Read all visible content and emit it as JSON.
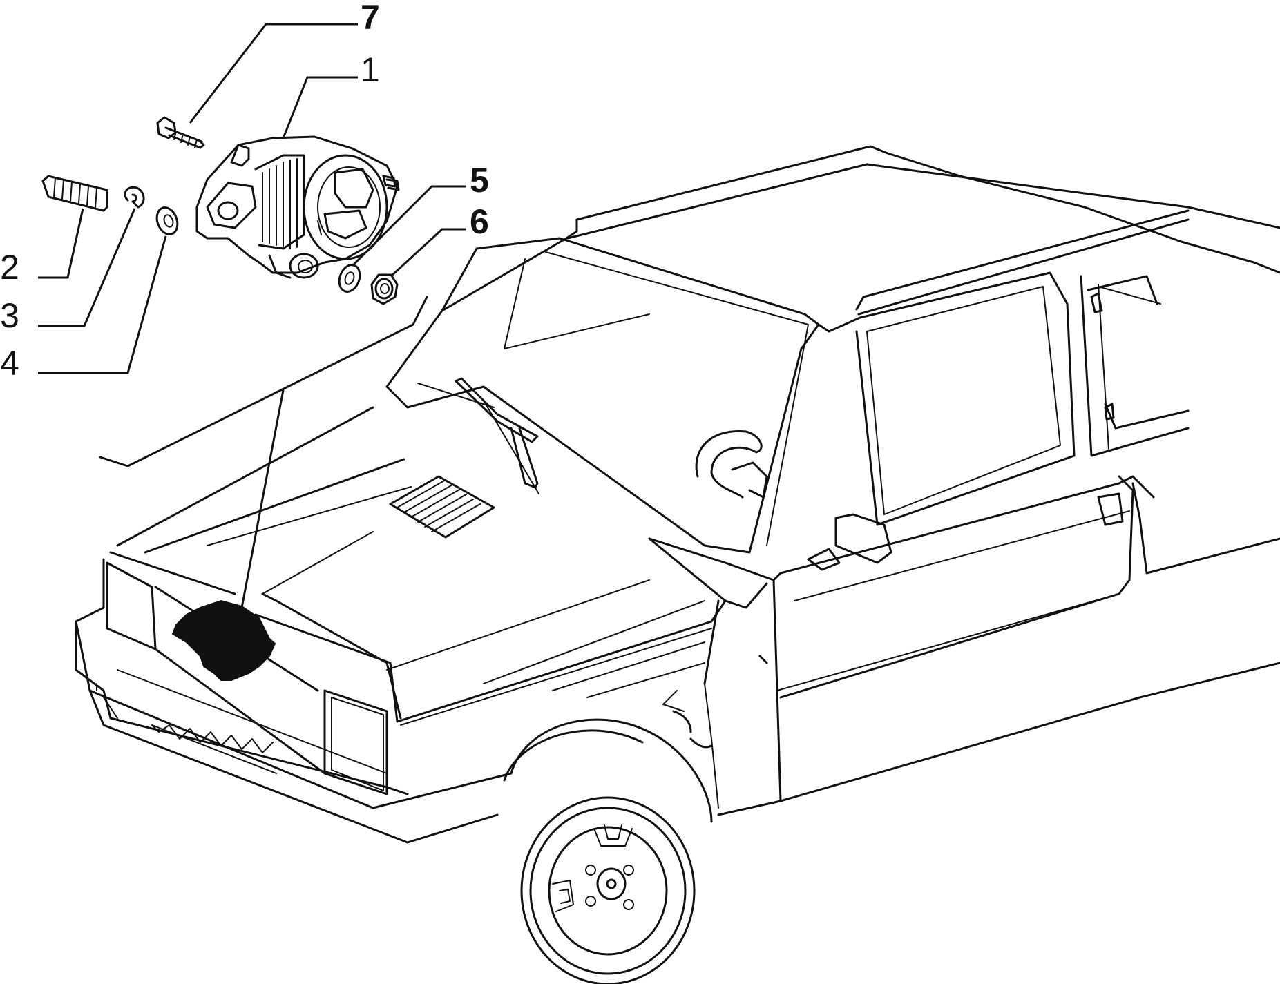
{
  "callouts": [
    {
      "id": "1",
      "label": "1",
      "part": "alternator"
    },
    {
      "id": "2",
      "label": "2",
      "part": "stud"
    },
    {
      "id": "3",
      "label": "3",
      "part": "spring-washer"
    },
    {
      "id": "4",
      "label": "4",
      "part": "flat-washer"
    },
    {
      "id": "5",
      "label": "5",
      "part": "washer"
    },
    {
      "id": "6",
      "label": "6",
      "part": "nut"
    },
    {
      "id": "7",
      "label": "7",
      "part": "bolt"
    }
  ],
  "colors": {
    "ink": "#111111",
    "paper": "#ffffff"
  }
}
